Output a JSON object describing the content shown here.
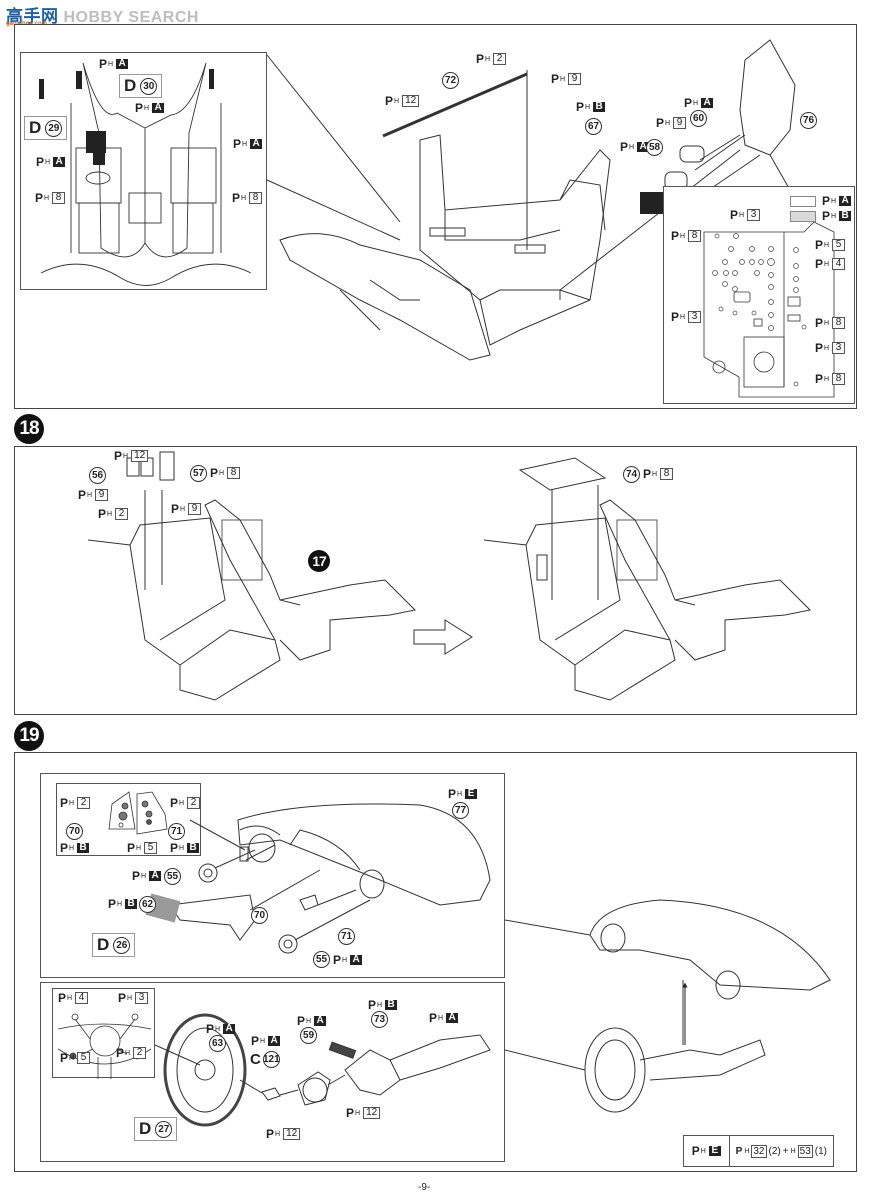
{
  "watermark": {
    "brand": "HOBBY SEARCH",
    "logo_cn": "高手网",
    "logo_sub": "gao-shou.com"
  },
  "page_number": "-9-",
  "prefix": {
    "p": "P",
    "h": "H"
  },
  "step17": {
    "inset": {
      "labels": [
        {
          "id": "ph-a-1",
          "code": "A",
          "style": "black"
        },
        {
          "id": "ph-a-2",
          "code": "A",
          "style": "black"
        },
        {
          "id": "ph-a-3",
          "code": "A",
          "style": "black"
        },
        {
          "id": "ph-a-4",
          "code": "A",
          "style": "black"
        },
        {
          "id": "ph-8-left",
          "code": "8",
          "style": "box"
        },
        {
          "id": "ph-8-right",
          "code": "8",
          "style": "box"
        }
      ],
      "decals": [
        {
          "letter": "D",
          "num": "30"
        },
        {
          "letter": "D",
          "num": "29"
        }
      ]
    },
    "main": {
      "labels": [
        {
          "id": "ph-2",
          "code": "2",
          "style": "box"
        },
        {
          "id": "ph-9",
          "code": "9",
          "style": "box"
        },
        {
          "id": "ph-12",
          "code": "12",
          "style": "box"
        },
        {
          "id": "ph-b",
          "code": "B",
          "style": "black"
        },
        {
          "id": "ph-a-60",
          "code": "A",
          "style": "black"
        },
        {
          "id": "ph-9-b",
          "code": "9",
          "style": "box"
        },
        {
          "id": "ph-a-58",
          "code": "A",
          "style": "black"
        }
      ],
      "parts": [
        "72",
        "67",
        "60",
        "58",
        "76"
      ]
    },
    "detail": {
      "legend": [
        {
          "code": "A",
          "fill": "#ffffff"
        },
        {
          "code": "B",
          "fill": "#d9d9d9"
        }
      ],
      "labels": [
        {
          "id": "ph-3-top",
          "code": "3"
        },
        {
          "id": "ph-8-left",
          "code": "8"
        },
        {
          "id": "ph-5",
          "code": "5"
        },
        {
          "id": "ph-4",
          "code": "4"
        },
        {
          "id": "ph-3-left",
          "code": "3"
        },
        {
          "id": "ph-8-mid",
          "code": "8"
        },
        {
          "id": "ph-3-right",
          "code": "3"
        },
        {
          "id": "ph-8-bottom",
          "code": "8"
        }
      ]
    }
  },
  "step18": {
    "number": "18",
    "ref_step": "17",
    "labels": [
      {
        "id": "ph-12",
        "code": "12"
      },
      {
        "id": "ph-9-left",
        "code": "9"
      },
      {
        "id": "ph-2",
        "code": "2"
      },
      {
        "id": "ph-9-right",
        "code": "9"
      },
      {
        "id": "ph-8-57",
        "code": "8"
      },
      {
        "id": "ph-8-74",
        "code": "8"
      }
    ],
    "parts": [
      "56",
      "57",
      "74"
    ]
  },
  "step19": {
    "number": "19",
    "pedal_inset": {
      "labels": [
        {
          "id": "ph-2-left",
          "code": "2",
          "style": "box"
        },
        {
          "id": "ph-2-right",
          "code": "2",
          "style": "box"
        },
        {
          "id": "ph-b-70",
          "code": "B",
          "style": "black"
        },
        {
          "id": "ph-5",
          "code": "5",
          "style": "box"
        },
        {
          "id": "ph-b-71",
          "code": "B",
          "style": "black"
        }
      ],
      "parts": [
        "70",
        "71"
      ]
    },
    "dash": {
      "labels": [
        {
          "id": "ph-e",
          "code": "E",
          "style": "black"
        },
        {
          "id": "ph-a-55-top",
          "code": "A",
          "style": "black"
        },
        {
          "id": "ph-b-62",
          "code": "B",
          "style": "black"
        },
        {
          "id": "ph-a-55-bottom",
          "code": "A",
          "style": "black"
        }
      ],
      "parts": [
        "77",
        "55",
        "70",
        "62",
        "71",
        "55"
      ],
      "decal": {
        "letter": "D",
        "num": "26"
      }
    },
    "wheel_inset": {
      "labels": [
        {
          "id": "ph-4",
          "code": "4"
        },
        {
          "id": "ph-3",
          "code": "3"
        },
        {
          "id": "ph-5",
          "code": "5"
        },
        {
          "id": "ph-2",
          "code": "2"
        }
      ]
    },
    "wheel": {
      "labels": [
        {
          "id": "ph-a-63",
          "code": "A",
          "style": "black"
        },
        {
          "id": "ph-a-121",
          "code": "A",
          "style": "black"
        },
        {
          "id": "ph-a-59",
          "code": "A",
          "style": "black"
        },
        {
          "id": "ph-b-73",
          "code": "B",
          "style": "black"
        },
        {
          "id": "ph-a-col",
          "code": "A",
          "style": "black"
        },
        {
          "id": "ph-12-a",
          "code": "12",
          "style": "box"
        },
        {
          "id": "ph-12-b",
          "code": "12",
          "style": "box"
        }
      ],
      "parts": [
        "63",
        "121",
        "59",
        "73"
      ],
      "part_121_prefix": "C",
      "decal": {
        "letter": "D",
        "num": "27"
      }
    },
    "color_table": {
      "code": "E",
      "mix": [
        {
          "code": "32",
          "qty": "(2)"
        },
        {
          "code": "53",
          "qty": "(1)"
        }
      ],
      "plus": "+"
    }
  }
}
